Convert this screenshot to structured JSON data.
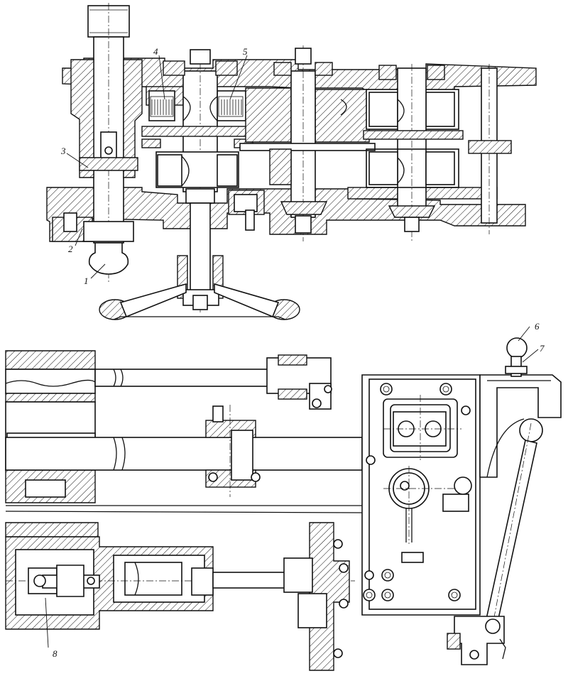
{
  "figure": {
    "kind": "mechanical assembly drawing",
    "callouts": [
      {
        "id": "c1",
        "text": "1"
      },
      {
        "id": "c2",
        "text": "2"
      },
      {
        "id": "c3",
        "text": "3"
      },
      {
        "id": "c4",
        "text": "4"
      },
      {
        "id": "c5",
        "text": "5"
      },
      {
        "id": "c6",
        "text": "6"
      },
      {
        "id": "c7",
        "text": "7"
      },
      {
        "id": "c8",
        "text": "8"
      }
    ]
  }
}
